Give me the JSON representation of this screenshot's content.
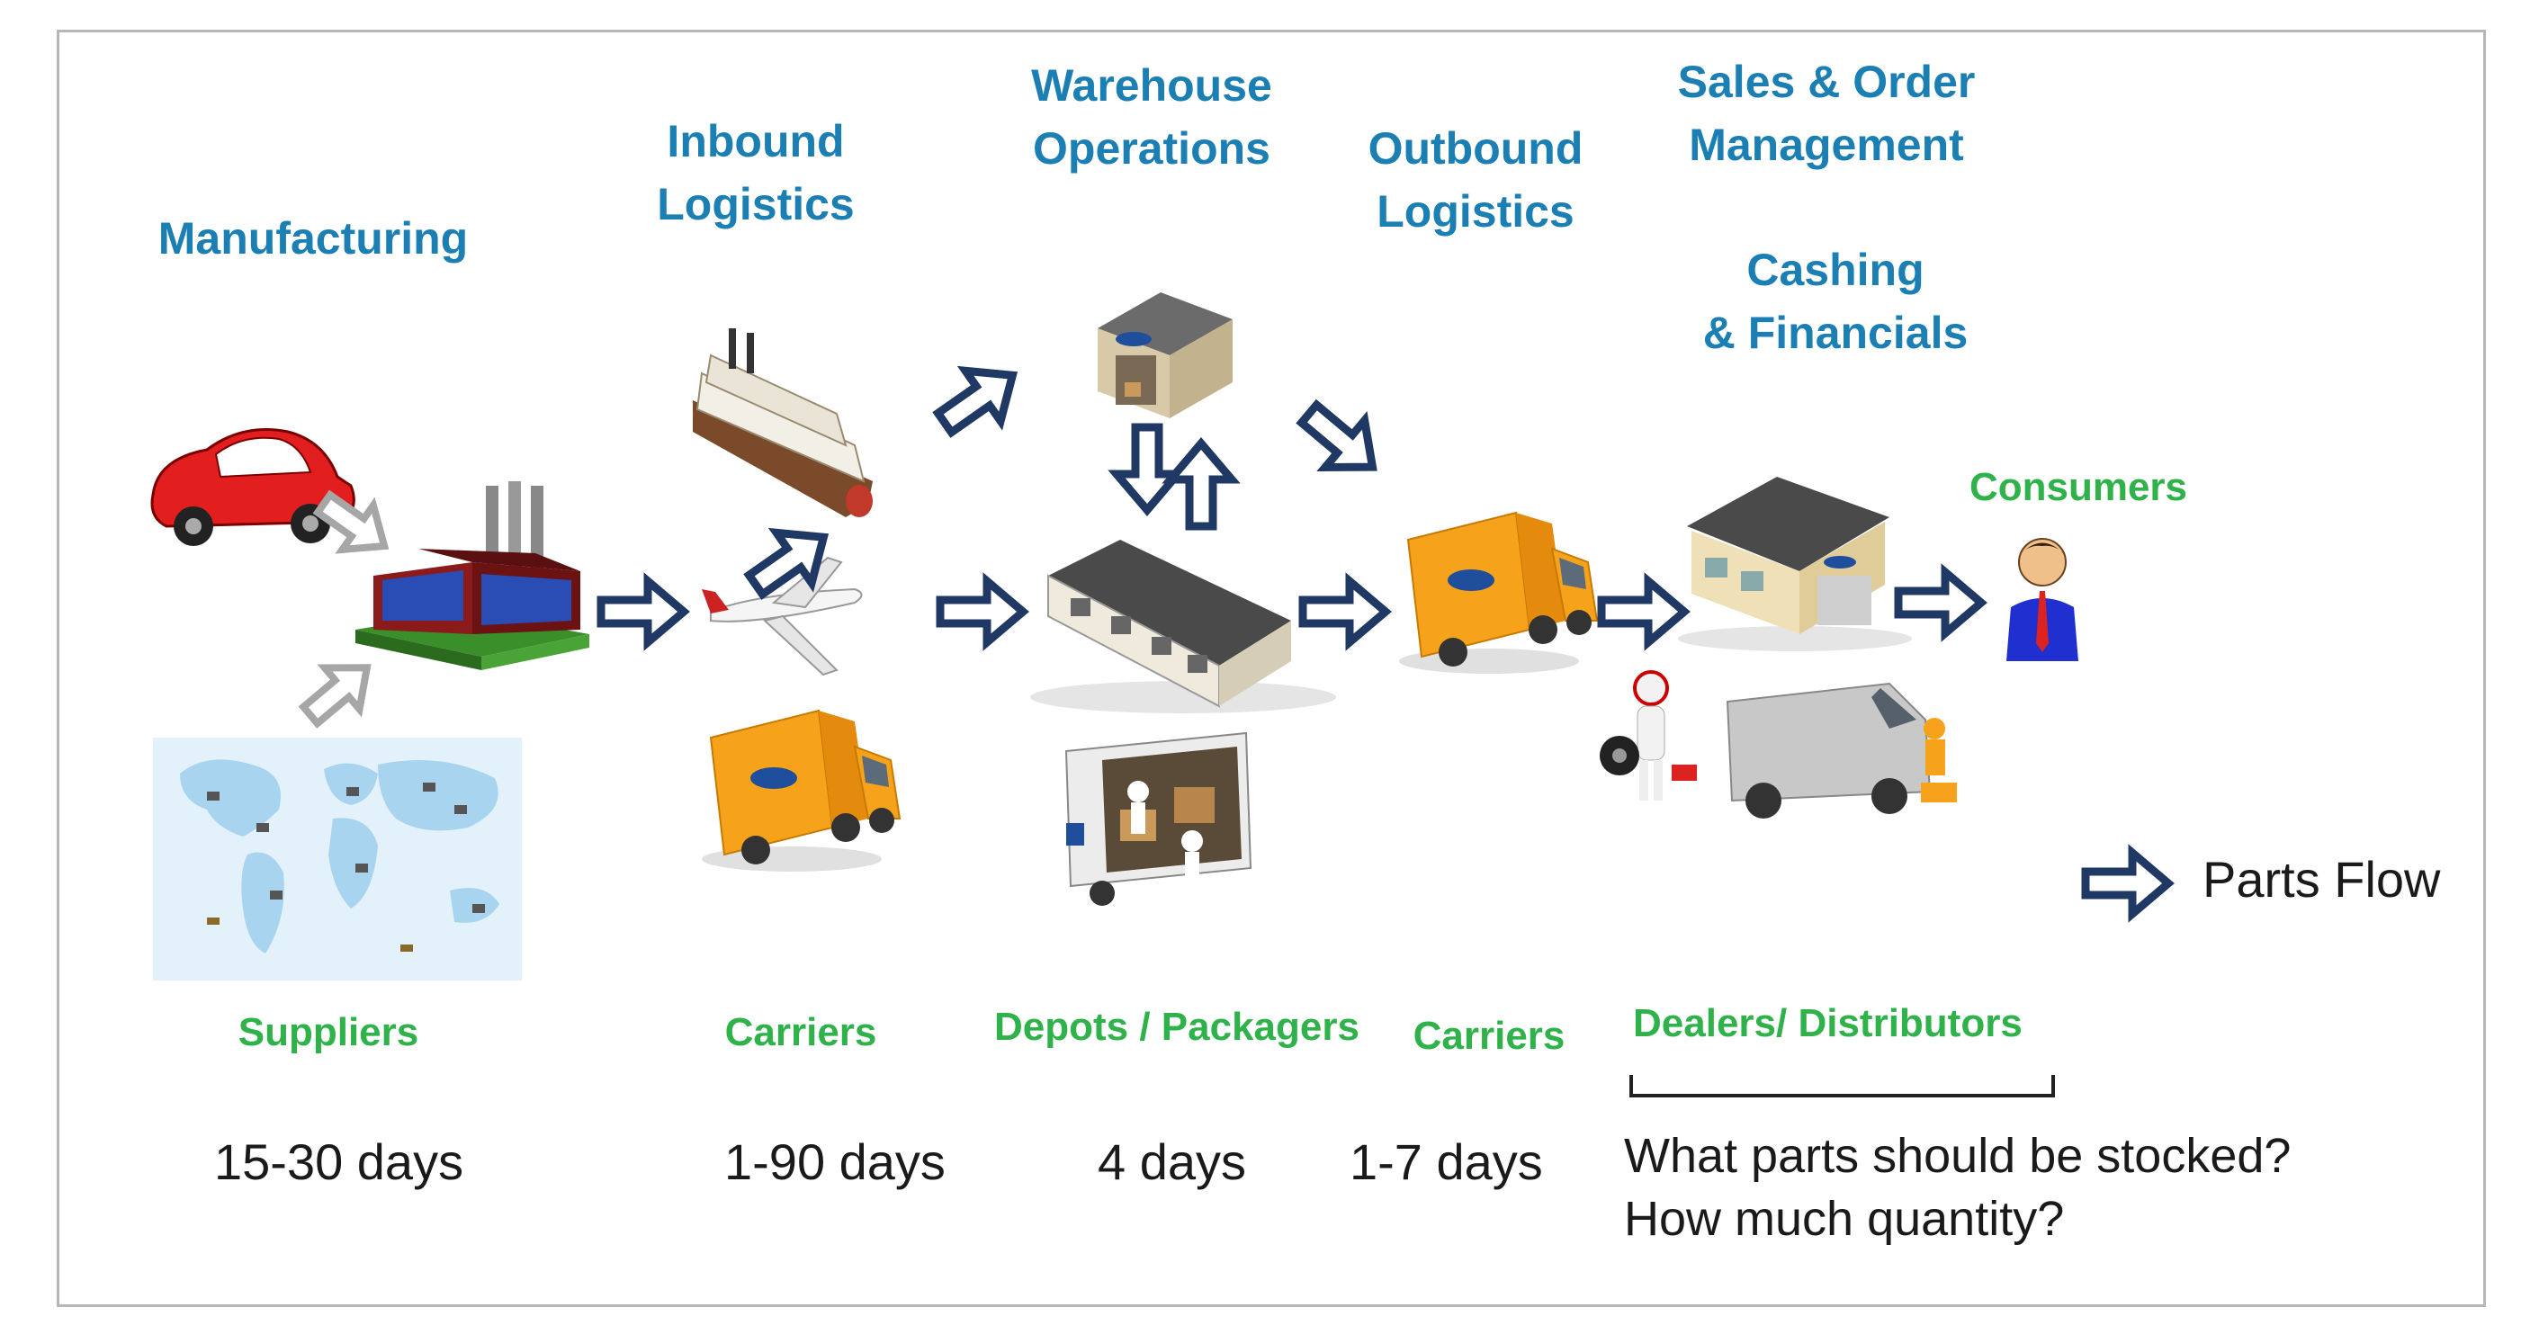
{
  "stages": {
    "manufacturing": "Manufacturing",
    "inbound_line1": "Inbound",
    "inbound_line2": "Logistics",
    "warehouse_line1": "Warehouse",
    "warehouse_line2": "Operations",
    "outbound_line1": "Outbound",
    "outbound_line2": "Logistics",
    "sales_line1": "Sales & Order",
    "sales_line2": "Management",
    "cashing_line1": "Cashing",
    "cashing_line2": "& Financials"
  },
  "actors": {
    "consumers": "Consumers",
    "suppliers": "Suppliers",
    "carriers_inbound": "Carriers",
    "depots": "Depots / Packagers",
    "carriers_outbound": "Carriers",
    "dealers": "Dealers/  Distributors"
  },
  "durations": {
    "suppliers": "15-30 days",
    "inbound": "1-90 days",
    "depots": "4 days",
    "outbound": "1-7 days"
  },
  "questions": {
    "q1": "What parts should be stocked?",
    "q2": "How much quantity?"
  },
  "legend": {
    "label": "Parts Flow",
    "arrow_color": "#1f3864",
    "input_arrow_color": "#a6a6a6"
  },
  "colors": {
    "stage_heading": "#1b7fb4",
    "actor_label": "#2fb24a",
    "body_text": "#1a1a1a"
  },
  "icons": [
    "car-icon",
    "factory-icon",
    "world-map-icon",
    "ship-icon",
    "airplane-icon",
    "truck-icon",
    "warehouse-icon",
    "loading-truck-icon",
    "dealership-icon",
    "mechanic-icon",
    "van-icon",
    "consumer-icon"
  ]
}
